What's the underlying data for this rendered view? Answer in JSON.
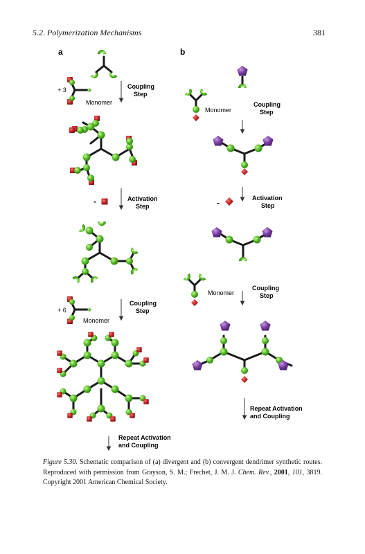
{
  "header": {
    "section": "5.2. Polymerization Mechanisms",
    "page_number": "381"
  },
  "figure": {
    "panel_a": {
      "letter": "a",
      "monomer_count_1": "+ 3",
      "monomer_label_1": "Monomer",
      "coupling_1": [
        "Coupling",
        "Step"
      ],
      "activation": [
        "Activation",
        "Step"
      ],
      "removed_symbol": "-",
      "monomer_count_2": "+ 6",
      "monomer_label_2": "Monomer",
      "coupling_2": [
        "Coupling",
        "Step"
      ],
      "repeat": [
        "Repeat Activation",
        "and Coupling"
      ]
    },
    "panel_b": {
      "letter": "b",
      "monomer_label_1": "Monomer",
      "coupling_1": [
        "Coupling",
        "Step"
      ],
      "activation": [
        "Activation",
        "Step"
      ],
      "removed_symbol": "-",
      "monomer_label_2": "Monomer",
      "coupling_2": [
        "Coupling",
        "Step"
      ],
      "repeat": [
        "Repeat Activation",
        "and Coupling"
      ]
    },
    "colors": {
      "green": "#5cc12a",
      "red": "#c8262a",
      "purple": "#7a3ea3",
      "bond": "#1a1a1a"
    }
  },
  "caption": {
    "label": "Figure 5.30.",
    "text_1": " Schematic comparison of (a) divergent and (b) convergent dendrimer synthetic routes. Reproduced with permission from Grayson, S. M.; Frechet, J. M. J. ",
    "journal": "Chem. Rev.",
    "text_2": ", ",
    "year": "2001",
    "text_3": ", ",
    "volume": "101",
    "text_4": ", 3819. Copyright 2001 American Chemical Society."
  }
}
